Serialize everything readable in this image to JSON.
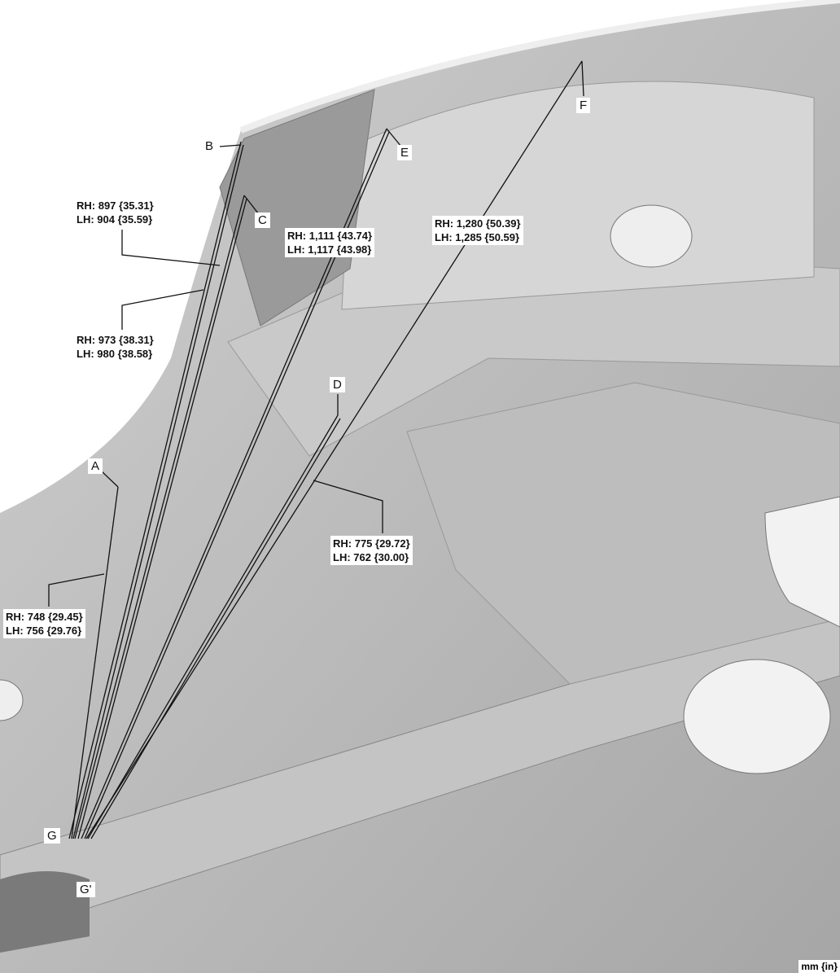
{
  "points": {
    "A": "A",
    "B": "B",
    "C": "C",
    "D": "D",
    "E": "E",
    "F": "F",
    "G": "G",
    "G_prime": "G'"
  },
  "dimensions": [
    {
      "id": "G-C",
      "rh": "RH: 897 {35.31}",
      "lh": "LH: 904 {35.59}"
    },
    {
      "id": "G-B",
      "rh": "RH: 973 {38.31}",
      "lh": "LH: 980 {38.58}"
    },
    {
      "id": "G-E",
      "rh": "RH: 1,111 {43.74}",
      "lh": "LH: 1,117 {43.98}"
    },
    {
      "id": "G-F",
      "rh": "RH: 1,280 {50.39}",
      "lh": "LH: 1,285 {50.59}"
    },
    {
      "id": "G-D",
      "rh": "RH: 775 {29.72}",
      "lh": "LH: 762 {30.00}"
    },
    {
      "id": "G-A",
      "rh": "RH: 748 {29.45}",
      "lh": "LH: 756 {29.76}"
    }
  ],
  "unit_label": "mm {in}",
  "colors": {
    "body": "#b8b8b8",
    "shadow": "#8e8e8e",
    "highlight": "#e4e4e4"
  }
}
